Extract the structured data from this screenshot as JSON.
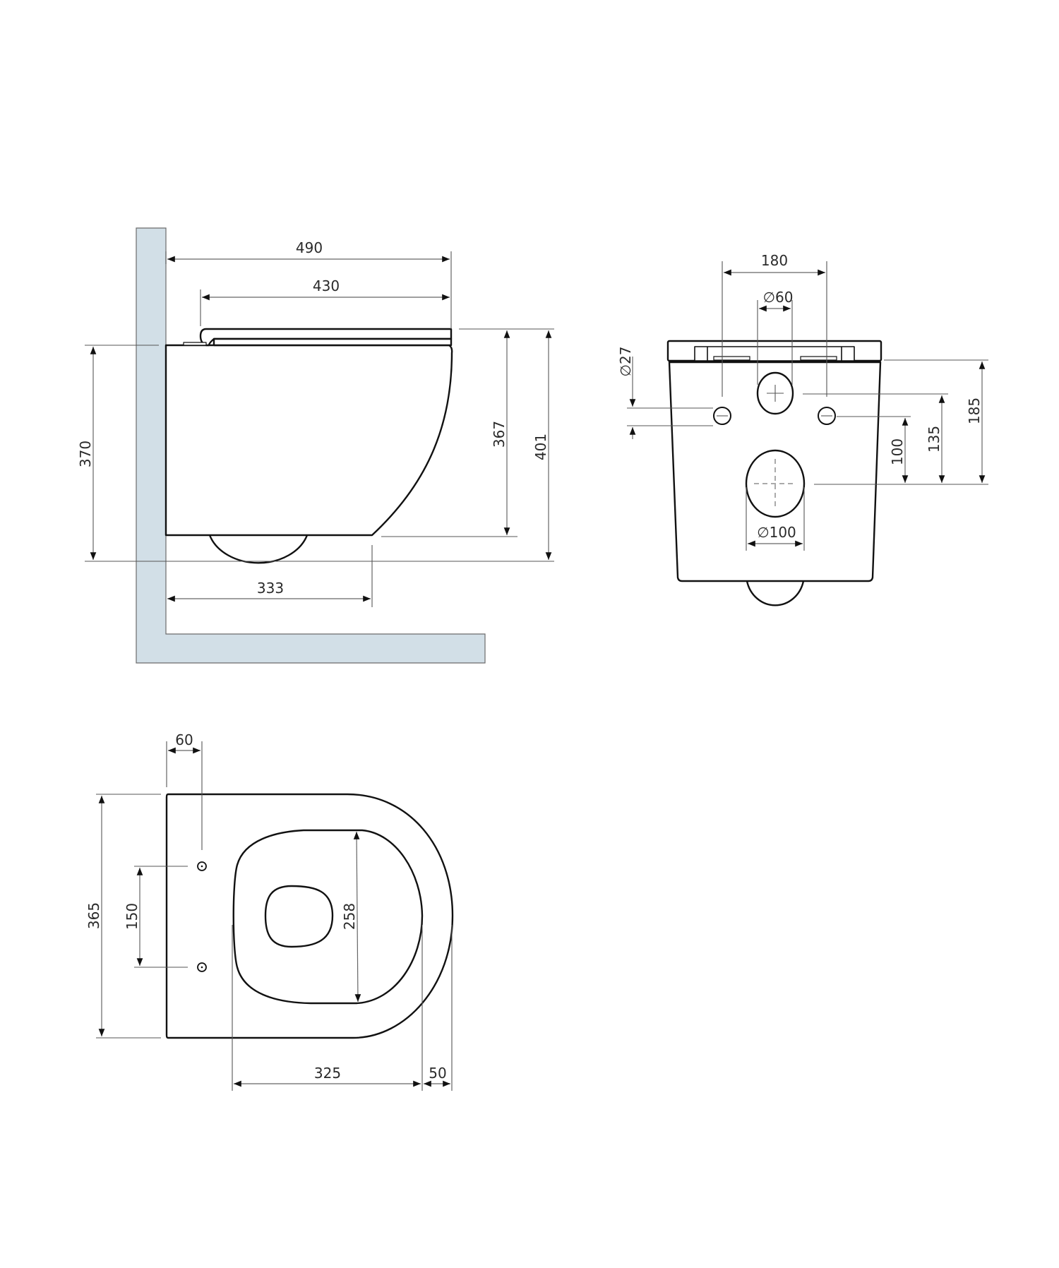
{
  "drawing": {
    "type": "technical dimension drawing",
    "subject": "wall-hung toilet",
    "units": "mm",
    "colors": {
      "wall_fill": "#d2dfe7",
      "line": "#111111",
      "dimension_line": "#666666"
    }
  },
  "side_view": {
    "dim_overall_depth": "490",
    "dim_seat_depth": "430",
    "dim_height_to_rim": "370",
    "dim_body_height": "367",
    "dim_total_height": "401",
    "dim_outlet_distance": "333"
  },
  "front_view": {
    "dim_bolt_spacing": "180",
    "dim_inlet_diameter": "∅60",
    "dim_bolt_hole_diameter": "∅27",
    "dim_bolt_height": "100",
    "dim_inlet_height": "135",
    "dim_top_height": "185",
    "dim_outlet_diameter": "∅100"
  },
  "top_view": {
    "dim_bolt_offset": "60",
    "dim_bolt_vertical_spacing": "150",
    "dim_overall_width": "365",
    "dim_opening_width": "258",
    "dim_opening_length": "325",
    "dim_rim_width": "50"
  }
}
